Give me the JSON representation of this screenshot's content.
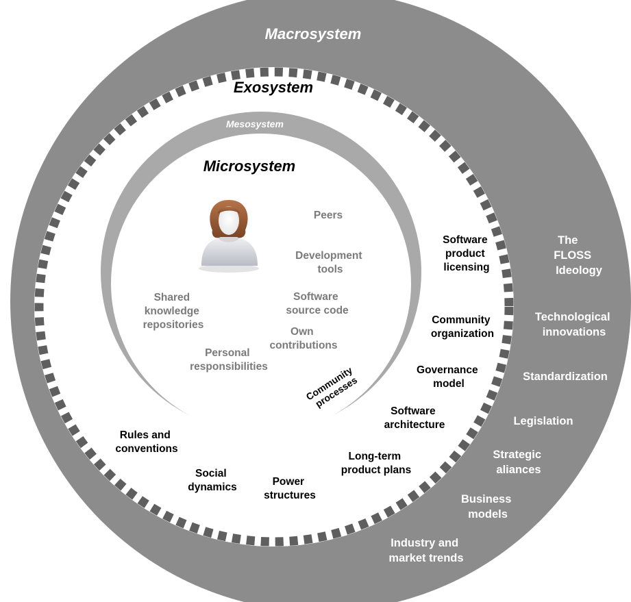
{
  "rings": {
    "macro_title": "Macrosystem",
    "exo_title": "Exosystem",
    "meso_title": "Mesosystem",
    "micro_title": "Microsystem"
  },
  "colors": {
    "macro_fill": "#8c8c8c",
    "meso_fill": "#a9a9a9",
    "dash_fill": "#5f5f5f",
    "grey_text": "#7a7a7a"
  },
  "macro_labels": [
    [
      "The",
      "FLOSS",
      "Ideology"
    ],
    [
      "Technological",
      "innovations"
    ],
    [
      "Standardization"
    ],
    [
      "Legislation"
    ],
    [
      "Strategic",
      "aliances"
    ],
    [
      "Business",
      "models"
    ],
    [
      "Industry and",
      "market trends"
    ]
  ],
  "exo_labels": [
    [
      "Software",
      "product",
      "licensing"
    ],
    [
      "Community",
      "organization"
    ],
    [
      "Governance",
      "model"
    ],
    [
      "Software",
      "architecture"
    ],
    [
      "Long-term",
      "product plans"
    ],
    [
      "Power",
      "structures"
    ],
    [
      "Social",
      "dynamics"
    ],
    [
      "Rules and",
      "conventions"
    ]
  ],
  "meso_curved_label": [
    "Community",
    "processes"
  ],
  "micro_labels": [
    [
      "Peers"
    ],
    [
      "Development",
      "tools"
    ],
    [
      "Software",
      "source code"
    ],
    [
      "Own",
      "contributions"
    ],
    [
      "Personal",
      "responsibilities"
    ],
    [
      "Shared",
      "knowledge",
      "repositories"
    ]
  ],
  "person_icon": "person-avatar-icon"
}
